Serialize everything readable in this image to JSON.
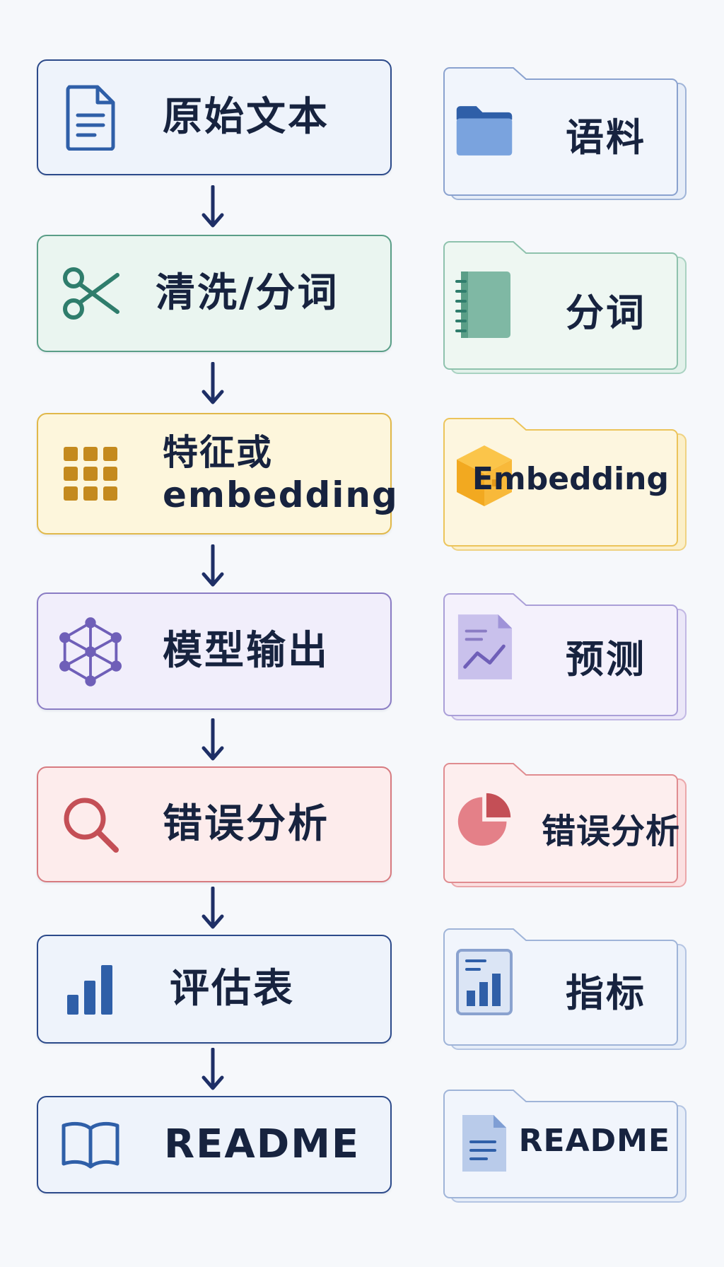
{
  "pipeline": {
    "steps": [
      {
        "label": "原始文本"
      },
      {
        "label": "清洗/分词"
      },
      {
        "label_line1": "特征或",
        "label_line2": "embedding"
      },
      {
        "label": "模型输出"
      },
      {
        "label": "错误分析"
      },
      {
        "label": "评估表"
      },
      {
        "label": "README"
      }
    ]
  },
  "folders": [
    {
      "label": "语料"
    },
    {
      "label": "分词"
    },
    {
      "label": "Embedding"
    },
    {
      "label": "预测"
    },
    {
      "label": "错误分析"
    },
    {
      "label": "指标"
    },
    {
      "label": "README"
    }
  ],
  "colors": {
    "blue": {
      "border": "#2c4a8a",
      "fill": "#eef3fb",
      "icon": "#2f5fa8"
    },
    "green": {
      "border": "#5a9e87",
      "fill": "#eaf5f0",
      "icon": "#2f7d6c"
    },
    "yellow": {
      "border": "#e0b84a",
      "fill": "#fdf6dc",
      "icon": "#c48a1e"
    },
    "purple": {
      "border": "#8a7cc4",
      "fill": "#f1eefb",
      "icon": "#6f5fb8"
    },
    "red": {
      "border": "#d77b80",
      "fill": "#fdecec",
      "icon": "#c44f56"
    },
    "arrow": "#1e2f66",
    "text": "#17233f"
  }
}
